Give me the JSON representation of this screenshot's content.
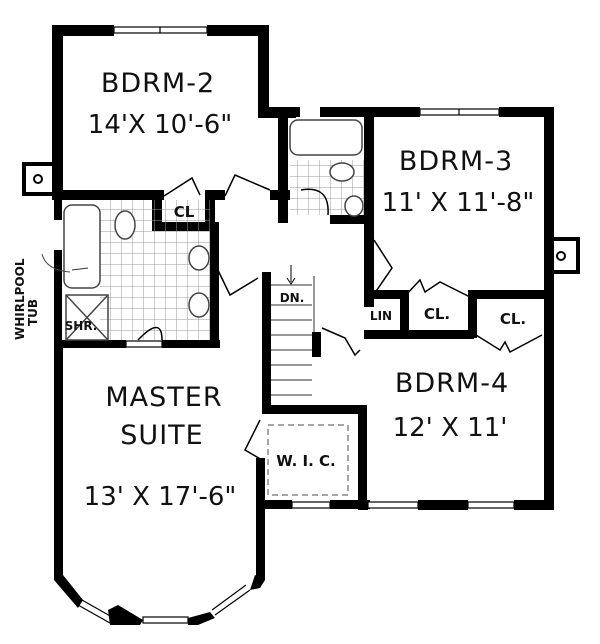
{
  "plan": {
    "rooms": [
      {
        "id": "bdrm2",
        "name": "BDRM-2",
        "dims": "14'X 10'-6\""
      },
      {
        "id": "bdrm3",
        "name": "BDRM-3",
        "dims": "11' X 11'-8\""
      },
      {
        "id": "bdrm4",
        "name": "BDRM-4",
        "dims": "12' X 11'"
      },
      {
        "id": "master",
        "name_line1": "MASTER",
        "name_line2": "SUITE",
        "dims": "13' X 17'-6\""
      }
    ],
    "labels": {
      "cl_bdrm2": "CL",
      "cl_hall1": "CL.",
      "cl_bdrm4": "CL.",
      "lin": "LIN",
      "dn": "DN.",
      "wic": "W. I. C.",
      "shr": "SHR.",
      "whirlpool": "WHIRLPOOL",
      "tub": "TUB"
    },
    "colors": {
      "wall": "#000000",
      "fixture": "#555555",
      "tile": "#888888"
    }
  }
}
